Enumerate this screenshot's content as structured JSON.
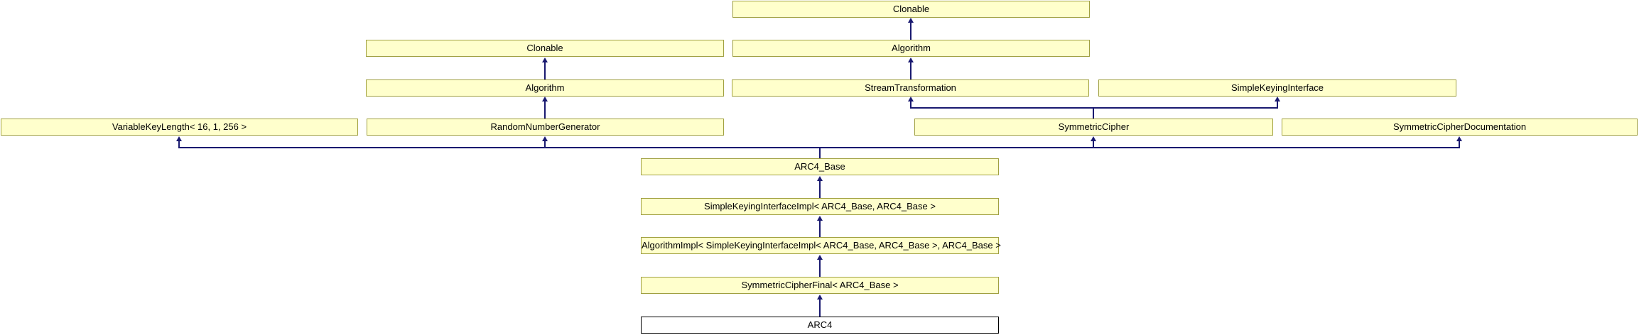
{
  "diagram": {
    "type": "class-inheritance-graph",
    "subject_class": "ARC4",
    "nodes": [
      {
        "id": "clonable-top",
        "label": "Clonable",
        "highlighted": false
      },
      {
        "id": "clonable-left",
        "label": "Clonable",
        "highlighted": false
      },
      {
        "id": "algorithm-center",
        "label": "Algorithm",
        "highlighted": false
      },
      {
        "id": "algorithm-left",
        "label": "Algorithm",
        "highlighted": false
      },
      {
        "id": "stream-transformation",
        "label": "StreamTransformation",
        "highlighted": false
      },
      {
        "id": "simple-keying-interface",
        "label": "SimpleKeyingInterface",
        "highlighted": false
      },
      {
        "id": "variable-key-length",
        "label": "VariableKeyLength< 16, 1, 256 >",
        "highlighted": false
      },
      {
        "id": "random-number-generator",
        "label": "RandomNumberGenerator",
        "highlighted": false
      },
      {
        "id": "symmetric-cipher",
        "label": "SymmetricCipher",
        "highlighted": false
      },
      {
        "id": "symmetric-cipher-documentation",
        "label": "SymmetricCipherDocumentation",
        "highlighted": false
      },
      {
        "id": "arc4-base",
        "label": "ARC4_Base",
        "highlighted": false
      },
      {
        "id": "simple-keying-interface-impl",
        "label": "SimpleKeyingInterfaceImpl< ARC4_Base, ARC4_Base >",
        "highlighted": false
      },
      {
        "id": "algorithm-impl",
        "label": "AlgorithmImpl< SimpleKeyingInterfaceImpl< ARC4_Base, ARC4_Base >, ARC4_Base >",
        "highlighted": false
      },
      {
        "id": "symmetric-cipher-final",
        "label": "SymmetricCipherFinal< ARC4_Base >",
        "highlighted": false
      },
      {
        "id": "arc4",
        "label": "ARC4",
        "highlighted": true
      }
    ],
    "edges": [
      {
        "from": "algorithm-center",
        "to": "clonable-top"
      },
      {
        "from": "algorithm-left",
        "to": "clonable-left"
      },
      {
        "from": "stream-transformation",
        "to": "algorithm-center"
      },
      {
        "from": "random-number-generator",
        "to": "algorithm-left"
      },
      {
        "from": "symmetric-cipher",
        "to": "stream-transformation"
      },
      {
        "from": "symmetric-cipher",
        "to": "simple-keying-interface"
      },
      {
        "from": "arc4-base",
        "to": "variable-key-length"
      },
      {
        "from": "arc4-base",
        "to": "random-number-generator"
      },
      {
        "from": "arc4-base",
        "to": "symmetric-cipher"
      },
      {
        "from": "arc4-base",
        "to": "symmetric-cipher-documentation"
      },
      {
        "from": "simple-keying-interface-impl",
        "to": "arc4-base"
      },
      {
        "from": "algorithm-impl",
        "to": "simple-keying-interface-impl"
      },
      {
        "from": "symmetric-cipher-final",
        "to": "algorithm-impl"
      },
      {
        "from": "arc4",
        "to": "symmetric-cipher-final"
      }
    ]
  },
  "colors": {
    "node_fill": "#ffffcc",
    "node_border": "#a0a040",
    "edge": "#191970",
    "current_node_fill": "#ffffff",
    "current_node_border": "#000000",
    "background": "#ffffff"
  }
}
